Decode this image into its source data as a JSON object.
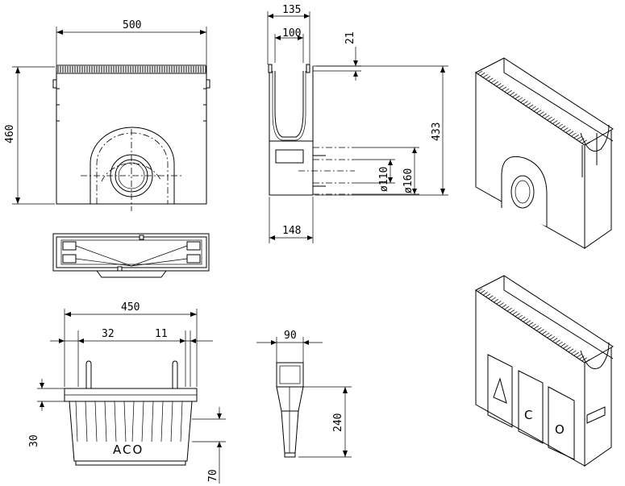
{
  "drawing": {
    "front_view": {
      "width": "500",
      "height": "460"
    },
    "side_view": {
      "outer_width": "135",
      "inner_width": "100",
      "rim": "21",
      "depth": "433",
      "base_width": "148",
      "dia_outer": "ø160",
      "dia_inner": "ø110"
    },
    "bucket_front": {
      "width": "450",
      "left_gap": "32",
      "right_gap": "11",
      "collar": "30",
      "foot": "70",
      "logo": "ACO"
    },
    "bucket_side": {
      "width": "90",
      "height": "240"
    },
    "iso_views": {
      "logo_letters": [
        "A",
        "C",
        "O"
      ]
    }
  }
}
